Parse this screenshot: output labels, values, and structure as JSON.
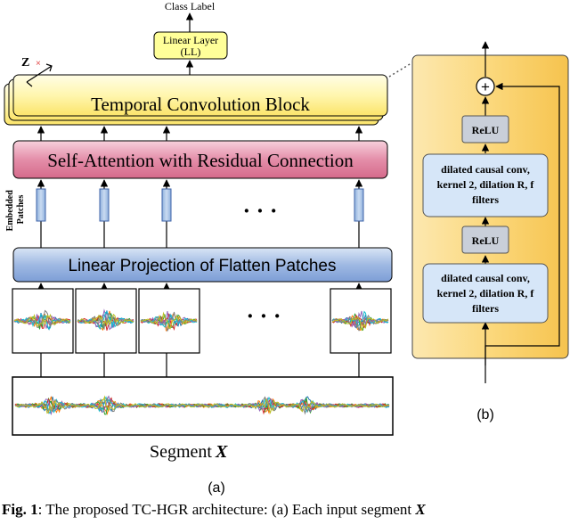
{
  "diagram": {
    "class_label": "Class Label",
    "linear_layer": {
      "line1": "Linear Layer",
      "line2": "(LL)"
    },
    "z_label": "Z",
    "tcb_label": "Temporal Convolution Block",
    "sa_label": "Self-Attention with Residual Connection",
    "embedded_label": {
      "line1": "Embedded",
      "line2": "Patches"
    },
    "ellipsis": "· · ·",
    "lp_label": "Linear Projection of Flatten Patches",
    "segment_label": "Segment",
    "segment_var": "X",
    "label_a": "(a)",
    "label_b": "(b)",
    "relu_label": "ReLU",
    "conv_box": {
      "line1": "dilated causal conv,",
      "line2": "kernel 2, dilation R, f",
      "line3": "filters"
    },
    "plus": "+"
  },
  "caption": {
    "prefix": "Fig. 1",
    "text": ": The proposed TC-HGR architecture: (a) Each input segment",
    "var": "X"
  },
  "colors": {
    "yellow_fill": "#FFF6AE",
    "linear_fill": "#FFFF99",
    "pink_fill": "#E48EA9",
    "blue_fill": "#9FB9E3",
    "blue_patch": "#B5CDEB",
    "block_b_fill": "#FBD87C",
    "relu_fill": "#C9CFD9",
    "conv_fill": "#D6E6F8",
    "arrow": "#000000"
  }
}
